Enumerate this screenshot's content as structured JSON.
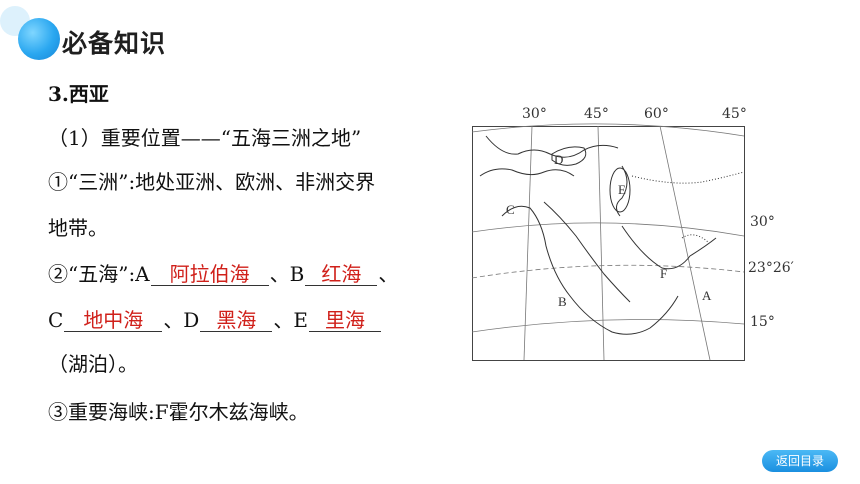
{
  "section_title": "必备知识",
  "heading": "3.西亚",
  "position_line": "（1）重要位置——“五海三洲之地”",
  "three_continents": {
    "line1": "①“三洲”:地处亚洲、欧洲、非洲交界",
    "line2": "地带。"
  },
  "five_seas": {
    "prefix": "②“五海”:A",
    "a_answer": "阿拉伯海",
    "sep_b": "、B",
    "b_answer": "红海",
    "sep_end1": "、",
    "c_prefix": "C",
    "c_answer": "地中海",
    "sep_d": "、D",
    "d_answer": "黑海",
    "sep_e": "、E",
    "e_answer": "里海",
    "suffix": "（湖泊）。"
  },
  "strait_line": "③重要海峡:F霍尔木兹海峡。",
  "map": {
    "top_labels": [
      "30°",
      "45°",
      "60°",
      "45°"
    ],
    "right_labels": [
      "30°",
      "23°26′",
      "15°"
    ],
    "points": [
      "D",
      "E",
      "C",
      "F",
      "B",
      "A"
    ]
  },
  "back_button_label": "返回目录"
}
